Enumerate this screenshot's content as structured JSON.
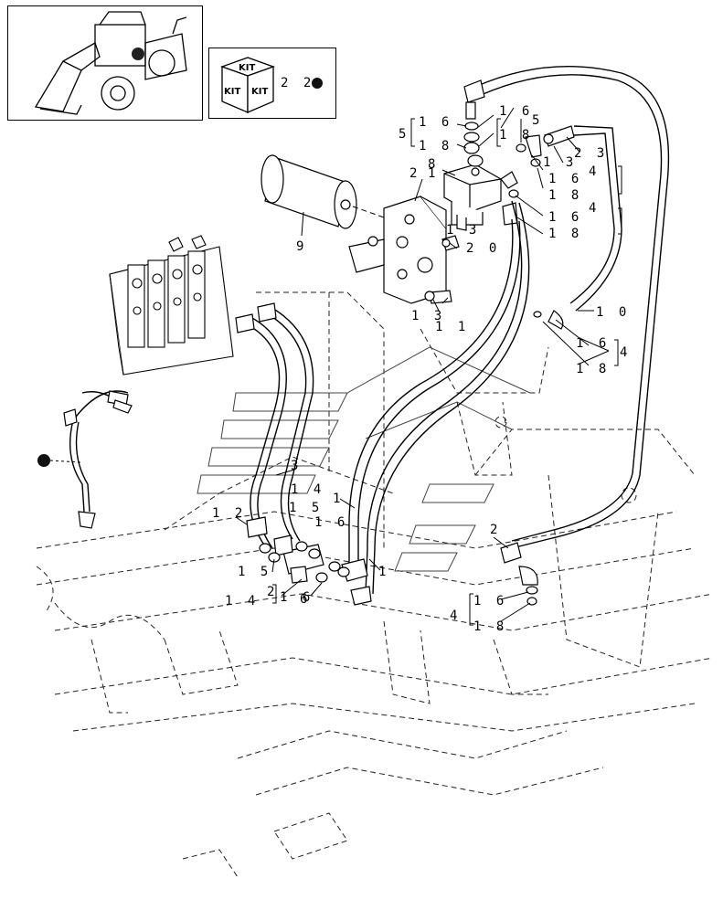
{
  "kit_box": {
    "top": "KIT",
    "left": "KIT",
    "right": "KIT",
    "ref_number": "2 2"
  },
  "callouts": {
    "c1": "1",
    "c1b": "1",
    "c1c": "1",
    "c2": "2",
    "c2b": "2",
    "c2c": "2",
    "c3": "3",
    "c3b": "3",
    "c4a": "4",
    "c4b": "4",
    "c4c": "4",
    "c4d": "4",
    "c5a": "5",
    "c5b": "5",
    "c8": "8",
    "c9": "9",
    "c10": "1 0",
    "c11": "1 1",
    "c12": "1 2",
    "c13a": "1 3",
    "c13b": "1 3",
    "c13c": "1 3",
    "c14a": "1 4",
    "c14b": "1 4",
    "c15a": "1 5",
    "c15b": "1 5",
    "c16a": "1 6",
    "c16b": "1 6",
    "c16c": "1 6",
    "c16d": "1 6",
    "c16e": "1 6",
    "c16f": "1 6",
    "c16g": "1 6",
    "c16h": "1 6",
    "c18a": "1 8",
    "c18b": "1 8",
    "c18c": "1 8",
    "c18d": "1 8",
    "c18e": "1 8",
    "c18f": "1 8",
    "c20": "2 0",
    "c23": "2 3",
    "c6": "6"
  }
}
